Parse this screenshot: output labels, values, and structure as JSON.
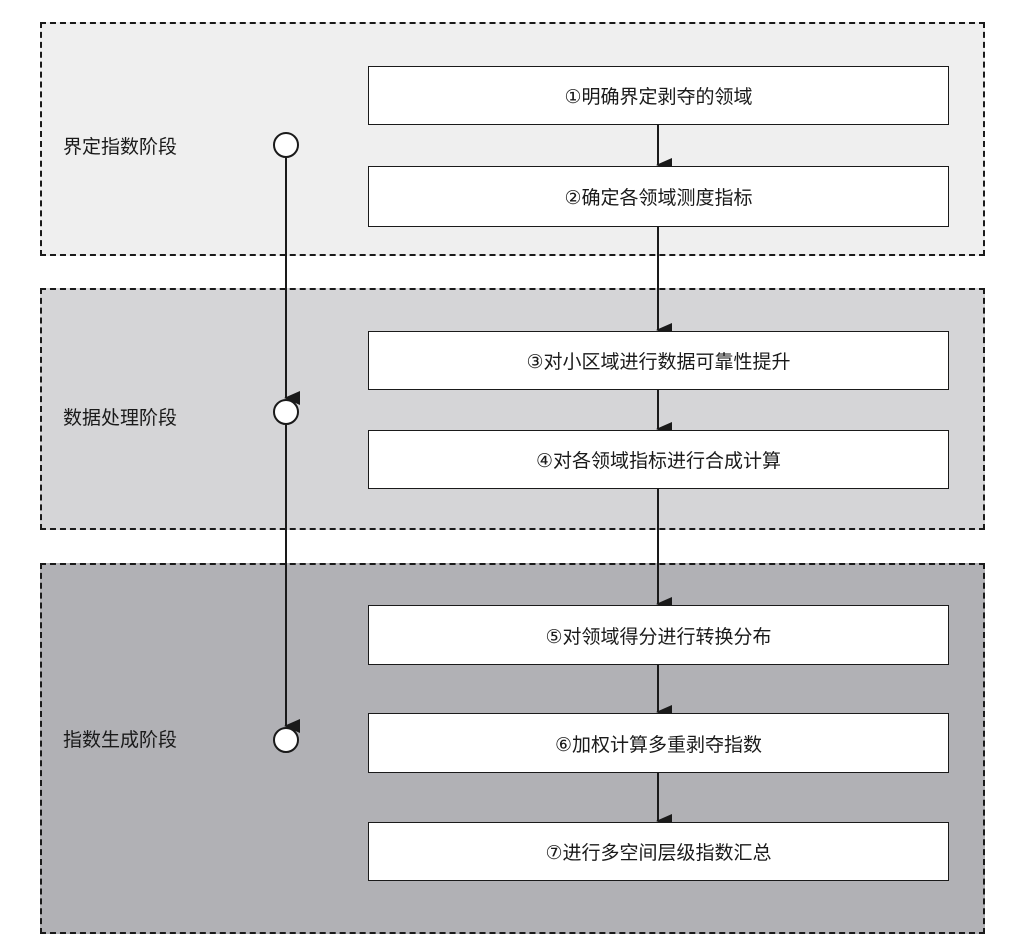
{
  "colors": {
    "phase_1_fill": "#efefef",
    "phase_2_fill": "#d5d5d7",
    "phase_3_fill": "#b1b1b5",
    "line": "#1a1a1a",
    "box_fill": "#ffffff"
  },
  "phases": [
    {
      "label": "界定指数阶段"
    },
    {
      "label": "数据处理阶段"
    },
    {
      "label": "指数生成阶段"
    }
  ],
  "steps": [
    {
      "label": "①明确界定剥夺的领域"
    },
    {
      "label": "②确定各领域测度指标"
    },
    {
      "label": "③对小区域进行数据可靠性提升"
    },
    {
      "label": "④对各领域指标进行合成计算"
    },
    {
      "label": "⑤对领域得分进行转换分布"
    },
    {
      "label": "⑥加权计算多重剥夺指数"
    },
    {
      "label": "⑦进行多空间层级指数汇总"
    }
  ]
}
